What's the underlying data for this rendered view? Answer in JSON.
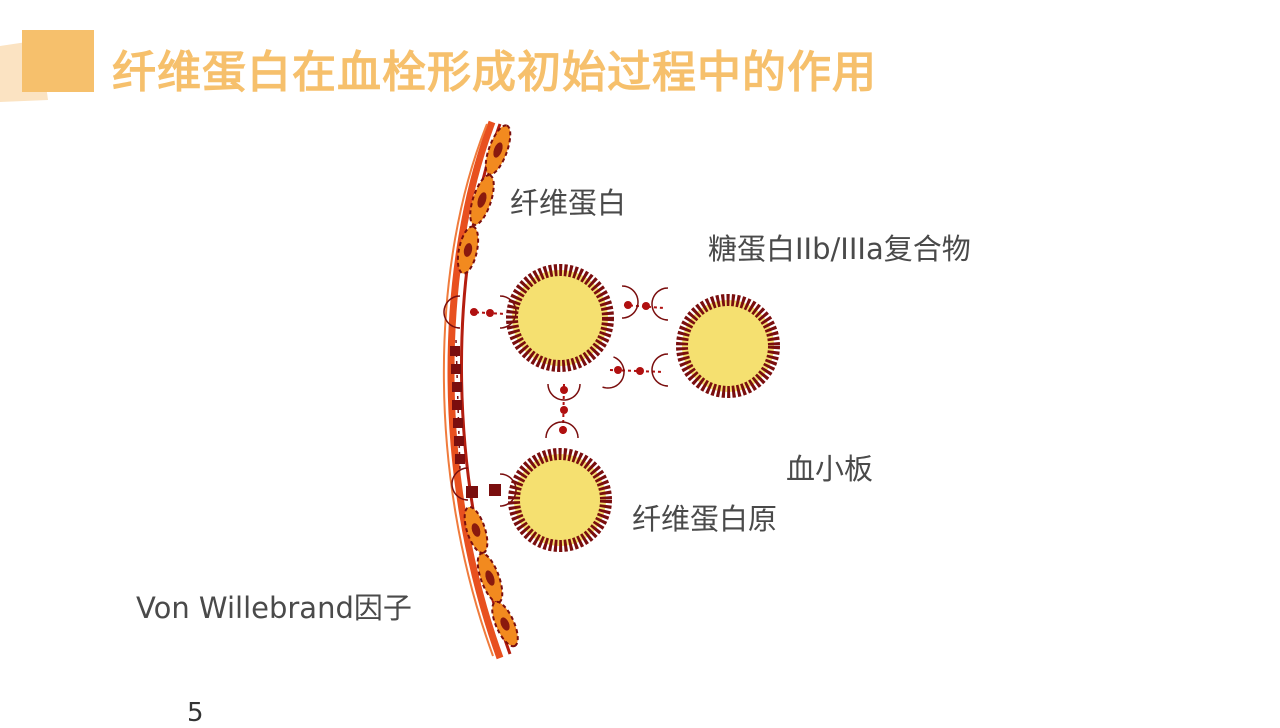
{
  "slide": {
    "title": "纤维蛋白在血栓形成初始过程中的作用",
    "page_number": "5"
  },
  "labels": {
    "fibrin": "纤维蛋白",
    "gp_complex": "糖蛋白IIb/IIIa复合物",
    "platelet": "血小板",
    "fibrinogen": "纤维蛋白原",
    "vwf": "Von Willebrand因子"
  },
  "colors": {
    "title": "#f6c06c",
    "vessel_wall": "#e8501f",
    "platelet_fill": "#f5e070",
    "platelet_rim": "#7a0e0e",
    "receptor": "#f28a1f",
    "linker": "#b01010"
  }
}
